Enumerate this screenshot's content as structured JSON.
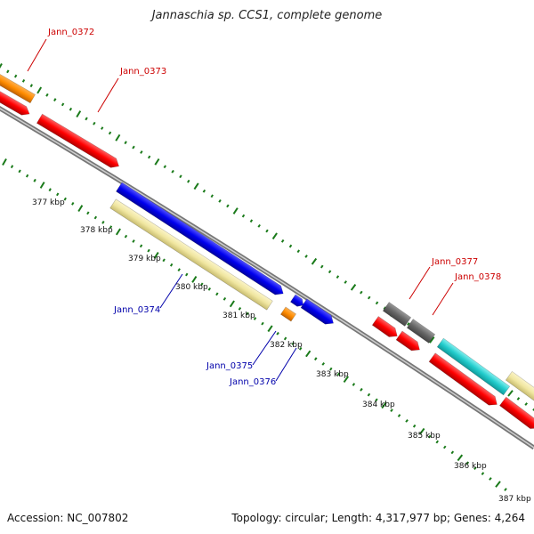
{
  "title": "Jannaschia sp. CCS1, complete genome",
  "footer": {
    "accession": "Accession: NC_007802",
    "summary": "Topology: circular; Length: 4,317,977 bp; Genes: 4,264"
  },
  "axis_labels": [
    "377 kbp",
    "378 kbp",
    "379 kbp",
    "380 kbp",
    "381 kbp",
    "382 kbp",
    "383 kbp",
    "384 kbp",
    "385 kbp",
    "386 kbp",
    "387 kbp"
  ],
  "gene_labels": [
    {
      "text": "Jann_0372",
      "color": "#cc0000"
    },
    {
      "text": "Jann_0373",
      "color": "#cc0000"
    },
    {
      "text": "Jann_0374",
      "color": "#0000aa"
    },
    {
      "text": "Jann_0375",
      "color": "#0000aa"
    },
    {
      "text": "Jann_0376",
      "color": "#0000aa"
    },
    {
      "text": "Jann_0377",
      "color": "#cc0000"
    },
    {
      "text": "Jann_0378",
      "color": "#cc0000"
    }
  ],
  "colors": {
    "backbone": "#888888",
    "tick": "#1a7a1a",
    "forward_gene": "#ff0000",
    "reverse_gene": "#0000ee",
    "orange_feature": "#ff8c00",
    "rna_feature": "#f0e6a0",
    "gray_feature": "#666666",
    "cyan_feature": "#22cccc"
  }
}
